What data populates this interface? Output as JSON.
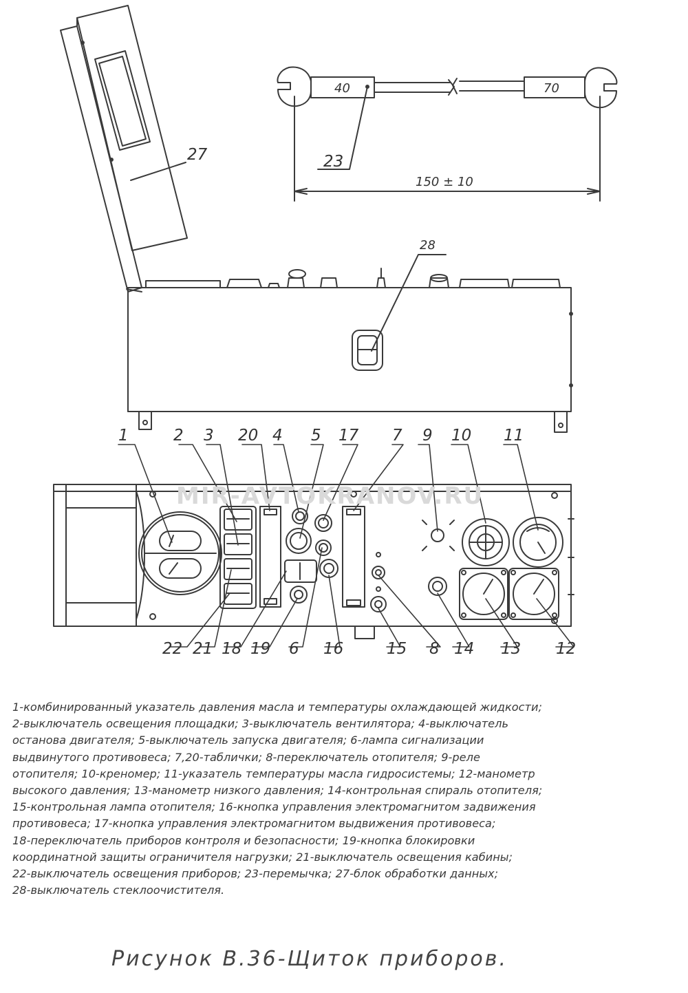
{
  "watermark": "MIR-AVTOKRANOV.RU",
  "jumper": {
    "left_tag": "40",
    "right_tag": "70",
    "dimension": "150 ± 10",
    "callout": "23"
  },
  "callouts": {
    "c1": "1",
    "c2": "2",
    "c3": "3",
    "c20": "20",
    "c4": "4",
    "c5": "5",
    "c17": "17",
    "c7": "7",
    "c9": "9",
    "c10": "10",
    "c11": "11",
    "c22": "22",
    "c21": "21",
    "c18": "18",
    "c19": "19",
    "c6": "6",
    "c16": "16",
    "c15": "15",
    "c8": "8",
    "c14": "14",
    "c13": "13",
    "c12": "12",
    "c27": "27",
    "c28": "28"
  },
  "legend": [
    "1-комбинированный указатель давления масла и температуры охлаждающей жидкости;",
    "2-выключатель освещения площадки; 3-выключатель вентилятора; 4-выключатель",
    "останова двигателя; 5-выключатель запуска двигателя; 6-лампа сигнализации",
    "выдвинутого противовеса; 7,20-таблички; 8-переключатель отопителя; 9-реле",
    "отопителя; 10-креномер; 11-указатель температуры масла гидросистемы; 12-манометр",
    "высокого давления; 13-манометр низкого давления; 14-контрольная спираль отопителя;",
    "15-контрольная лампа отопителя; 16-кнопка управления электромагнитом задвижения",
    "противовеса; 17-кнопка управления электромагнитом выдвижения противовеса;",
    "18-переключатель приборов контроля и безопасности; 19-кнопка блокировки",
    "координатной защиты ограничителя нагрузки; 21-выключатель освещения кабины;",
    "22-выключатель освещения приборов; 23-перемычка; 27-блок обработки данных;",
    "28-выключатель стеклоочистителя."
  ],
  "caption": "Рисунок В.36-Щиток приборов."
}
